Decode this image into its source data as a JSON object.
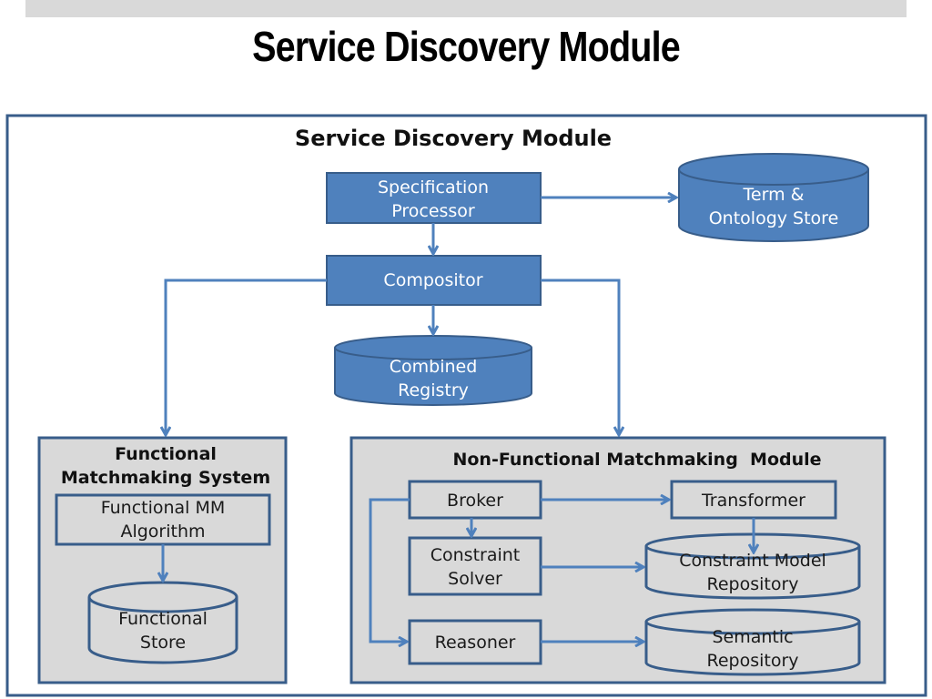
{
  "slide": {
    "title": "Service Discovery Module"
  },
  "diagram": {
    "title": "Service Discovery Module",
    "colors": {
      "accent": "#4f81bd",
      "accent_border": "#385d8a",
      "panel_fill": "#d9d9d9",
      "frame_border": "#385d8a"
    },
    "nodes": {
      "spec_processor": {
        "line1": "Specification",
        "line2": "Processor"
      },
      "term_store": {
        "line1": "Term &",
        "line2": "Ontology Store"
      },
      "compositor": {
        "label": "Compositor"
      },
      "combined_registry": {
        "line1": "Combined",
        "line2": "Registry"
      },
      "functional_system": {
        "line1": "Functional",
        "line2": "Matchmaking System"
      },
      "functional_algorithm": {
        "line1": "Functional MM",
        "line2": "Algorithm"
      },
      "functional_store": {
        "line1": "Functional",
        "line2": "Store"
      },
      "nonfunctional_module": {
        "label": "Non-Functional Matchmaking  Module"
      },
      "broker": {
        "label": "Broker"
      },
      "transformer": {
        "label": "Transformer"
      },
      "constraint_solver": {
        "line1": "Constraint",
        "line2": "Solver"
      },
      "constraint_repo": {
        "line1": "Constraint Model",
        "line2": "Repository"
      },
      "reasoner": {
        "label": "Reasoner"
      },
      "semantic_repo": {
        "line1": "Semantic",
        "line2": "Repository"
      }
    },
    "edges": [
      {
        "from": "Specification Processor",
        "to": "Term & Ontology Store"
      },
      {
        "from": "Specification Processor",
        "to": "Compositor"
      },
      {
        "from": "Compositor",
        "to": "Combined Registry"
      },
      {
        "from": "Compositor",
        "to": "Functional Matchmaking System"
      },
      {
        "from": "Compositor",
        "to": "Non-Functional Matchmaking Module"
      },
      {
        "from": "Functional MM Algorithm",
        "to": "Functional Store"
      },
      {
        "from": "Broker",
        "to": "Transformer"
      },
      {
        "from": "Broker",
        "to": "Constraint Solver"
      },
      {
        "from": "Broker",
        "to": "Reasoner"
      },
      {
        "from": "Transformer",
        "to": "Constraint Model Repository"
      },
      {
        "from": "Constraint Solver",
        "to": "Constraint Model Repository"
      },
      {
        "from": "Reasoner",
        "to": "Semantic Repository"
      }
    ]
  }
}
